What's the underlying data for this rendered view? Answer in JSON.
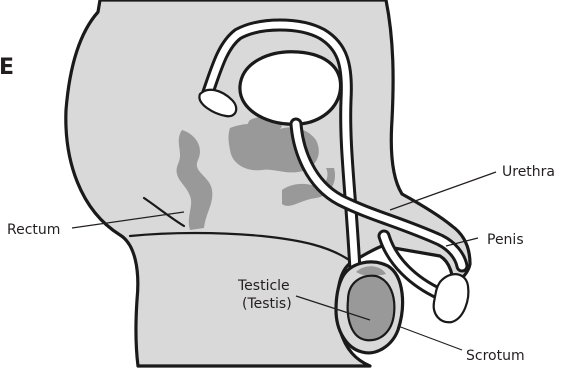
{
  "labels": {
    "edge_letter": "E",
    "rectum": "Rectum",
    "urethra": "Urethra",
    "penis": "Penis",
    "testicle_line1": "Testicle",
    "testicle_line2": "(Testis)",
    "scrotum": "Scrotum"
  },
  "colors": {
    "body_fill": "#d9d9d9",
    "organ_fill": "#999999",
    "duct_fill": "#ffffff",
    "outline": "#1a1a1a",
    "label_text": "#231f20"
  }
}
